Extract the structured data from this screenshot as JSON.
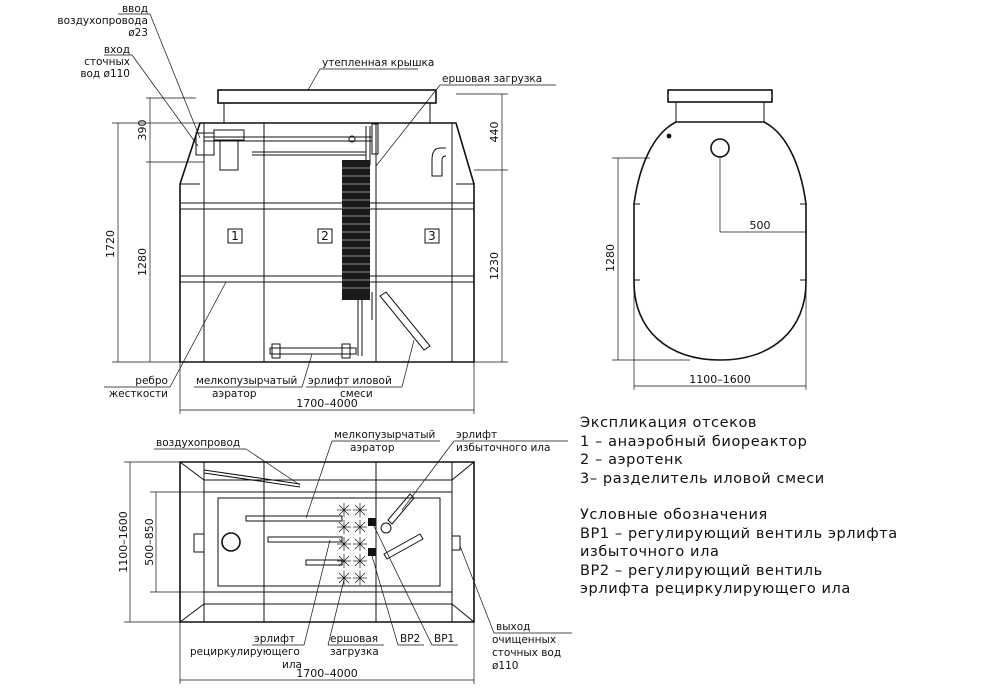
{
  "front_view": {
    "air_inlet": [
      "ввод",
      "воздухопровода",
      "ø23"
    ],
    "sewage_inlet": [
      "вход",
      "сточных",
      "вод ø110"
    ],
    "insulated_lid": "утепленная крышка",
    "brush_load": "ершовая загрузка",
    "dim_390": "390",
    "dim_440": "440",
    "dim_1720": "1720",
    "dim_1280": "1280",
    "dim_1230": "1230",
    "compartment_1": "1",
    "compartment_2": "2",
    "compartment_3": "3",
    "stiffening_rib": [
      "ребро",
      "жесткости"
    ],
    "fine_bubble_aerator": [
      "мелкопузырчатый",
      "аэратор"
    ],
    "sludge_airlift": [
      "эрлифт иловой",
      "смеси"
    ],
    "length": "1700–4000"
  },
  "side_view": {
    "dim_500": "500",
    "dim_1280": "1280",
    "width": "1100–1600"
  },
  "plan_view": {
    "air_duct": "воздухопровод",
    "fine_bubble_aerator": [
      "мелкопузырчатый",
      "аэратор"
    ],
    "excess_sludge_airlift": [
      "эрлифт",
      "избыточного ила"
    ],
    "width": "1100–1600",
    "inner_width": "500–850",
    "recirc_airlift": [
      "эрлифт",
      "рециркулирующего",
      "ила"
    ],
    "brush_load": [
      "ершовая",
      "загрузка"
    ],
    "vr2": "ВР2",
    "vr1": "ВР1",
    "outlet": [
      "выход",
      "очищенных",
      "сточных вод",
      "ø110"
    ],
    "length": "1700–4000"
  },
  "explication": {
    "title": "Экспликация отсеков",
    "items": [
      "1 – анаэробный биореактор",
      "2 – аэротенк",
      "3– разделитель иловой смеси"
    ]
  },
  "symbols": {
    "title": "Условные обозначения",
    "lines": [
      "ВР1 – регулирующий вентиль эрлифта",
      "избыточного ила",
      "ВР2 – регулирующий вентиль",
      "эрлифта рециркулирующего ила"
    ]
  }
}
